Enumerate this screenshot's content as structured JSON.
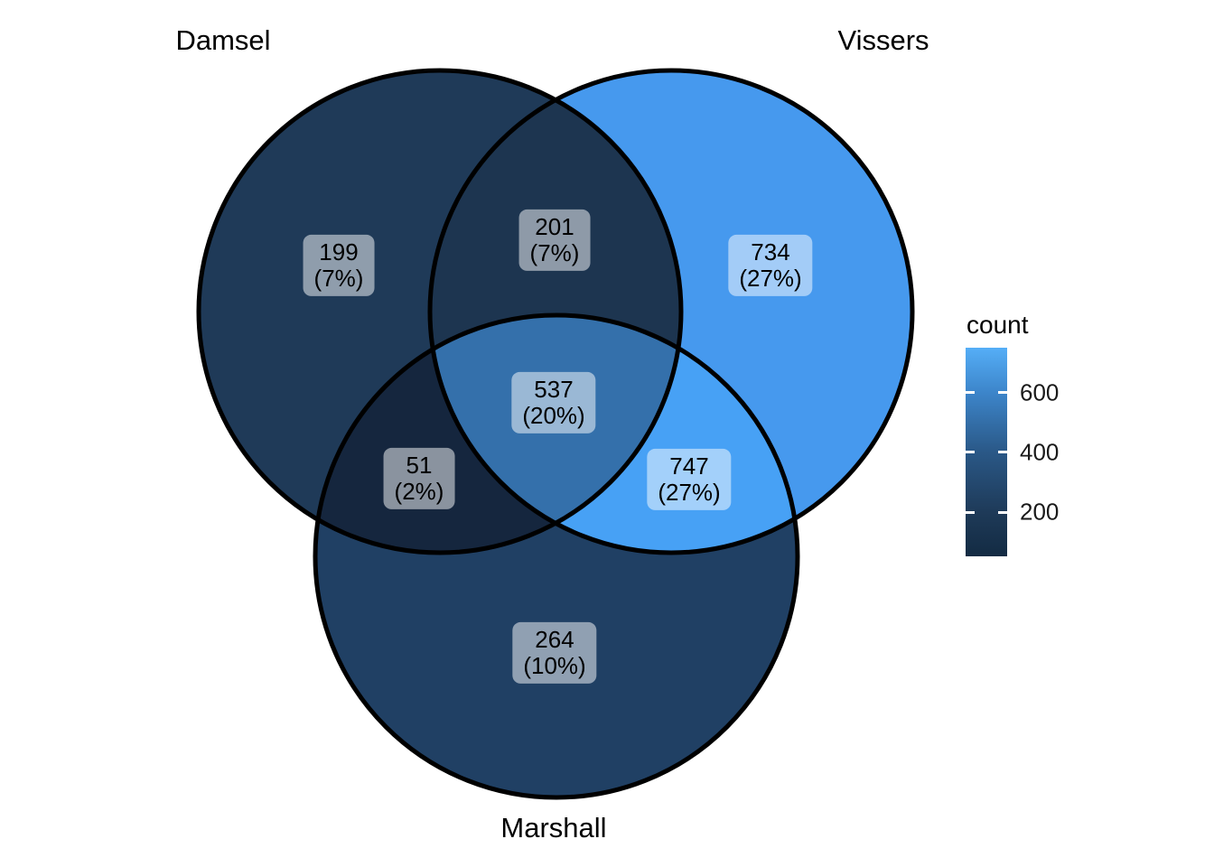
{
  "chart_data": {
    "type": "venn",
    "title": "",
    "sets": [
      {
        "name": "Damsel"
      },
      {
        "name": "Vissers"
      },
      {
        "name": "Marshall"
      }
    ],
    "regions": [
      {
        "id": "damsel-only",
        "sets": [
          "Damsel"
        ],
        "count": "199",
        "percent": "(7%)",
        "color": "#1F3A58"
      },
      {
        "id": "damsel-vissers",
        "sets": [
          "Damsel",
          "Vissers"
        ],
        "count": "201",
        "percent": "(7%)",
        "color": "#1D3550"
      },
      {
        "id": "vissers-only",
        "sets": [
          "Vissers"
        ],
        "count": "734",
        "percent": "(27%)",
        "color": "#4699EE"
      },
      {
        "id": "damsel-vissers-marshall",
        "sets": [
          "Damsel",
          "Vissers",
          "Marshall"
        ],
        "count": "537",
        "percent": "(20%)",
        "color": "#3470AB"
      },
      {
        "id": "damsel-marshall",
        "sets": [
          "Damsel",
          "Marshall"
        ],
        "count": "51",
        "percent": "(2%)",
        "color": "#15263E"
      },
      {
        "id": "vissers-marshall",
        "sets": [
          "Vissers",
          "Marshall"
        ],
        "count": "747",
        "percent": "(27%)",
        "color": "#47A1F5"
      },
      {
        "id": "marshall-only",
        "sets": [
          "Marshall"
        ],
        "count": "264",
        "percent": "(10%)",
        "color": "#204064"
      }
    ],
    "legend": {
      "title": "count",
      "ticks": [
        "600",
        "400",
        "200"
      ],
      "range": [
        51,
        747
      ],
      "gradient_low": "#132B43",
      "gradient_high": "#56B1F7",
      "gradient_stops": [
        {
          "offset": "0%",
          "color": "#55AEF7"
        },
        {
          "offset": "21%",
          "color": "#3D86CB"
        },
        {
          "offset": "50%",
          "color": "#2A5887"
        },
        {
          "offset": "79%",
          "color": "#1E3A58"
        },
        {
          "offset": "100%",
          "color": "#132B43"
        }
      ]
    },
    "layout": {
      "outline_color": "#000000",
      "outline_width": 5
    }
  }
}
